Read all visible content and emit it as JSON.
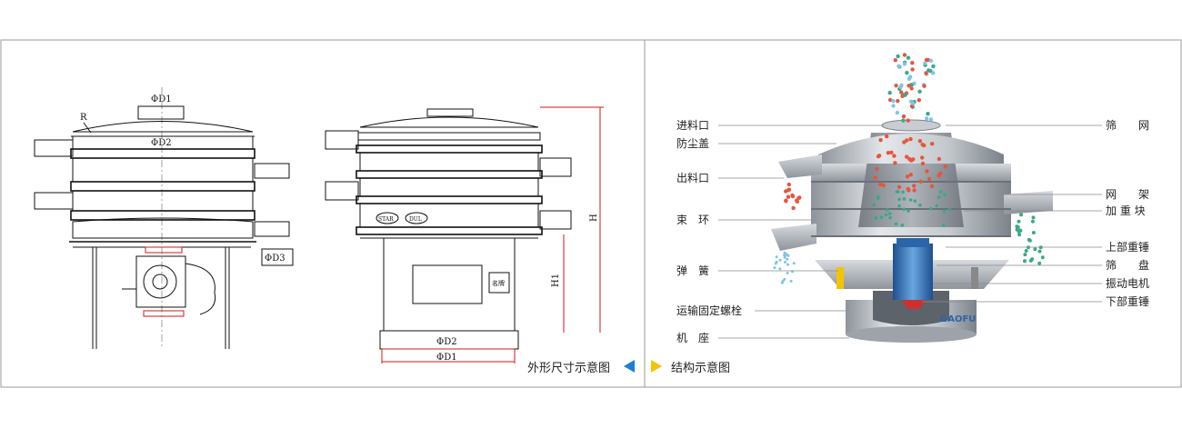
{
  "left_diagram": {
    "caption": "外形尺寸示意图",
    "dims": {
      "d1": "ΦD1",
      "d2": "ΦD2",
      "d3": "ΦD3",
      "r": "R",
      "h": "H",
      "h1": "H1",
      "bottom_d2": "ΦD2",
      "bottom_d1": "ΦD1"
    },
    "badges": [
      "STAR",
      "DUL"
    ],
    "nameplate": "名牌"
  },
  "right_diagram": {
    "caption": "结构示意图",
    "brand": "GAOFU",
    "left_labels": [
      "进料口",
      "防尘盖",
      "出料口",
      "束　环",
      "弹　簧",
      "运输固定螺栓",
      "机　座"
    ],
    "right_labels": [
      "筛　　网",
      "网　　架",
      "加 重 块",
      "上部重锤",
      "筛　　盘",
      "振动电机",
      "下部重锤"
    ]
  },
  "colors": {
    "arrow_left": "#1a7fd6",
    "arrow_right": "#f5c400",
    "dim_red": "#d21a1a",
    "particle_red": "#e8553a",
    "particle_green": "#3aa88a",
    "particle_blue": "#7fc4e6",
    "machine_grey": "#b9bec4"
  }
}
